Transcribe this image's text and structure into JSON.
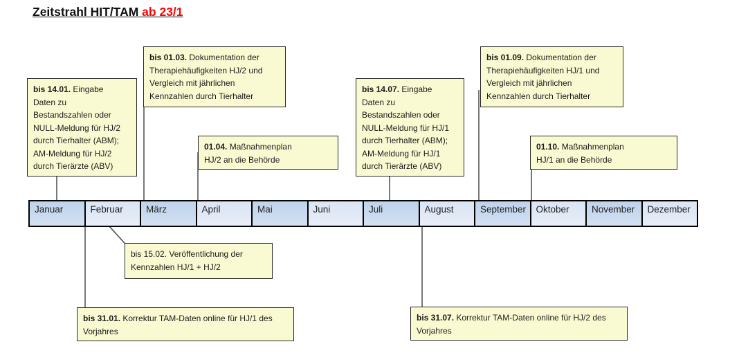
{
  "title": {
    "black": "Zeitstrahl HIT/TAM",
    "red": "ab 23/1"
  },
  "timeline": {
    "months": [
      "Januar",
      "Februar",
      "März",
      "April",
      "Mai",
      "Juni",
      "Juli",
      "August",
      "September",
      "Oktober",
      "November",
      "Dezember"
    ]
  },
  "notes": {
    "b1401": {
      "prefix": "bis 14.01.",
      "lines": [
        " Eingabe",
        "Daten zu",
        "Bestandszahlen oder",
        "NULL-Meldung für HJ/2",
        "durch Tierhalter (ABM);",
        "AM-Meldung für HJ/2",
        "durch Tierärzte (ABV)"
      ]
    },
    "b0103": {
      "prefix": "bis 01.03.",
      "lines": [
        " Dokumentation der",
        "Therapiehäufigkeiten HJ/2 und",
        "Vergleich mit jährlichen",
        "Kennzahlen durch Tierhalter"
      ]
    },
    "b0104": {
      "prefix": "01.04.",
      "lines": [
        " Maßnahmenplan",
        "HJ/2 an die Behörde"
      ]
    },
    "b1407": {
      "prefix": "bis 14.07.",
      "lines": [
        " Eingabe",
        "Daten zu",
        "Bestandszahlen oder",
        "NULL-Meldung für HJ/1",
        "durch Tierhalter (ABM);",
        "AM-Meldung für HJ/1",
        "durch Tierärzte (ABV)"
      ]
    },
    "b0109": {
      "prefix": "bis 01.09.",
      "lines": [
        " Dokumentation der",
        "Therapiehäufigkeiten HJ/1 und",
        "Vergleich mit jährlichen",
        "Kennzahlen durch Tierhalter"
      ]
    },
    "b0110": {
      "prefix": "01.10.",
      "lines": [
        " Maßnahmenplan",
        "HJ/1 an die Behörde"
      ]
    },
    "b1502": {
      "prefix": "",
      "lines": [
        "bis 15.02. Veröffentlichung der",
        "Kennzahlen HJ/1 + HJ/2"
      ]
    },
    "b3101": {
      "prefix": "bis 31.01.",
      "lines": [
        " Korrektur TAM-Daten online für HJ/1 des",
        "Vorjahres"
      ]
    },
    "b3107": {
      "prefix": "bis 31.07.",
      "lines": [
        " Korrektur TAM-Daten online für HJ/2 des",
        "Vorjahres"
      ]
    }
  },
  "colors": {
    "note_background": "#fafad2",
    "month_dark": "#bed3eb",
    "month_light": "#dbe5f3",
    "title_accent": "#ff0000",
    "connector": "#3f3f3f"
  }
}
